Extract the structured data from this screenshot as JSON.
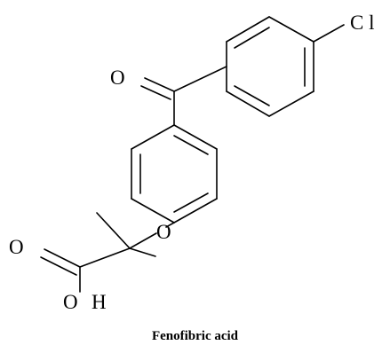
{
  "figure": {
    "caption": "Fenofibric acid",
    "atoms": {
      "chlorine": "C l",
      "ketone_oxygen": "O",
      "ether_oxygen": "O",
      "carbonyl_oxygen": "O",
      "hydroxyl_oxygen": "O",
      "hydroxyl_hydrogen": "H"
    },
    "line_color": "#000000"
  }
}
